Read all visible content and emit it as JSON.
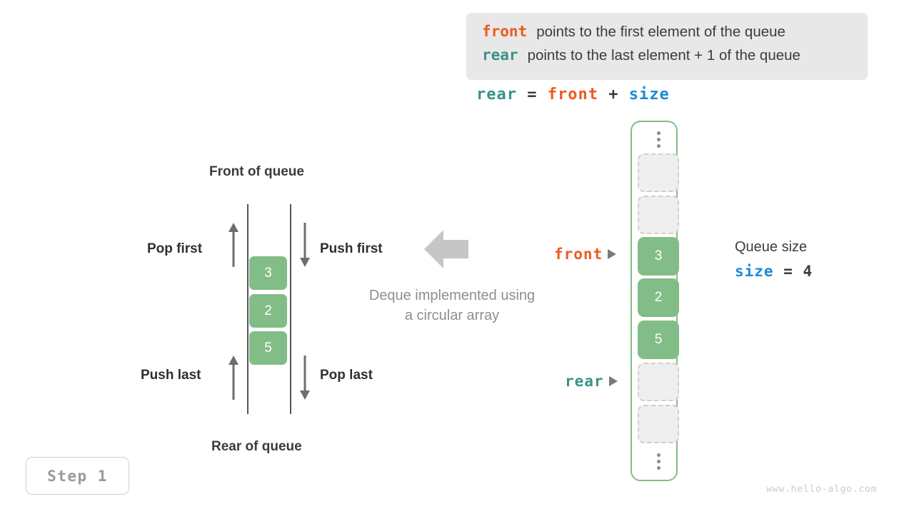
{
  "legend": {
    "rows": [
      {
        "key": "front",
        "key_color": "#ef5a20",
        "text": "points to the first element of the queue"
      },
      {
        "key": "rear",
        "key_color": "#3a9287",
        "text": "points to the last element + 1 of the queue"
      }
    ]
  },
  "formula": {
    "lhs": "rear",
    "eq": "=",
    "rhs1": "front",
    "plus": "+",
    "rhs2": "size",
    "colors": {
      "rear": "#3a9287",
      "front": "#ef5a20",
      "size": "#1f8ad2",
      "operator": "#3c3c3c"
    }
  },
  "deque": {
    "title_top": "Front of queue",
    "title_bottom": "Rear of queue",
    "cells": [
      "3",
      "2",
      "5"
    ],
    "cell_color": "#82bd88",
    "operations": {
      "pop_first": "Pop first",
      "push_first": "Push first",
      "push_last": "Push last",
      "pop_last": "Pop last"
    }
  },
  "caption": {
    "line1": "Deque implemented using",
    "line2": "a circular array"
  },
  "array": {
    "border_color": "#82bd88",
    "slots": [
      {
        "kind": "dots",
        "value": ""
      },
      {
        "kind": "empty",
        "value": ""
      },
      {
        "kind": "empty",
        "value": ""
      },
      {
        "kind": "filled",
        "value": "3"
      },
      {
        "kind": "filled",
        "value": "2"
      },
      {
        "kind": "filled",
        "value": "5"
      },
      {
        "kind": "empty",
        "value": ""
      },
      {
        "kind": "empty",
        "value": ""
      },
      {
        "kind": "dots",
        "value": ""
      }
    ]
  },
  "pointers": {
    "front": {
      "label": "front",
      "color": "#ef5a20"
    },
    "rear": {
      "label": "rear",
      "color": "#3a9287"
    }
  },
  "queue_size": {
    "title": "Queue size",
    "key": "size",
    "equals": " = ",
    "value": "4",
    "key_color": "#1f8ad2"
  },
  "step_badge": {
    "label": "Step 1"
  },
  "watermark": {
    "text": "www.hello-algo.com"
  }
}
